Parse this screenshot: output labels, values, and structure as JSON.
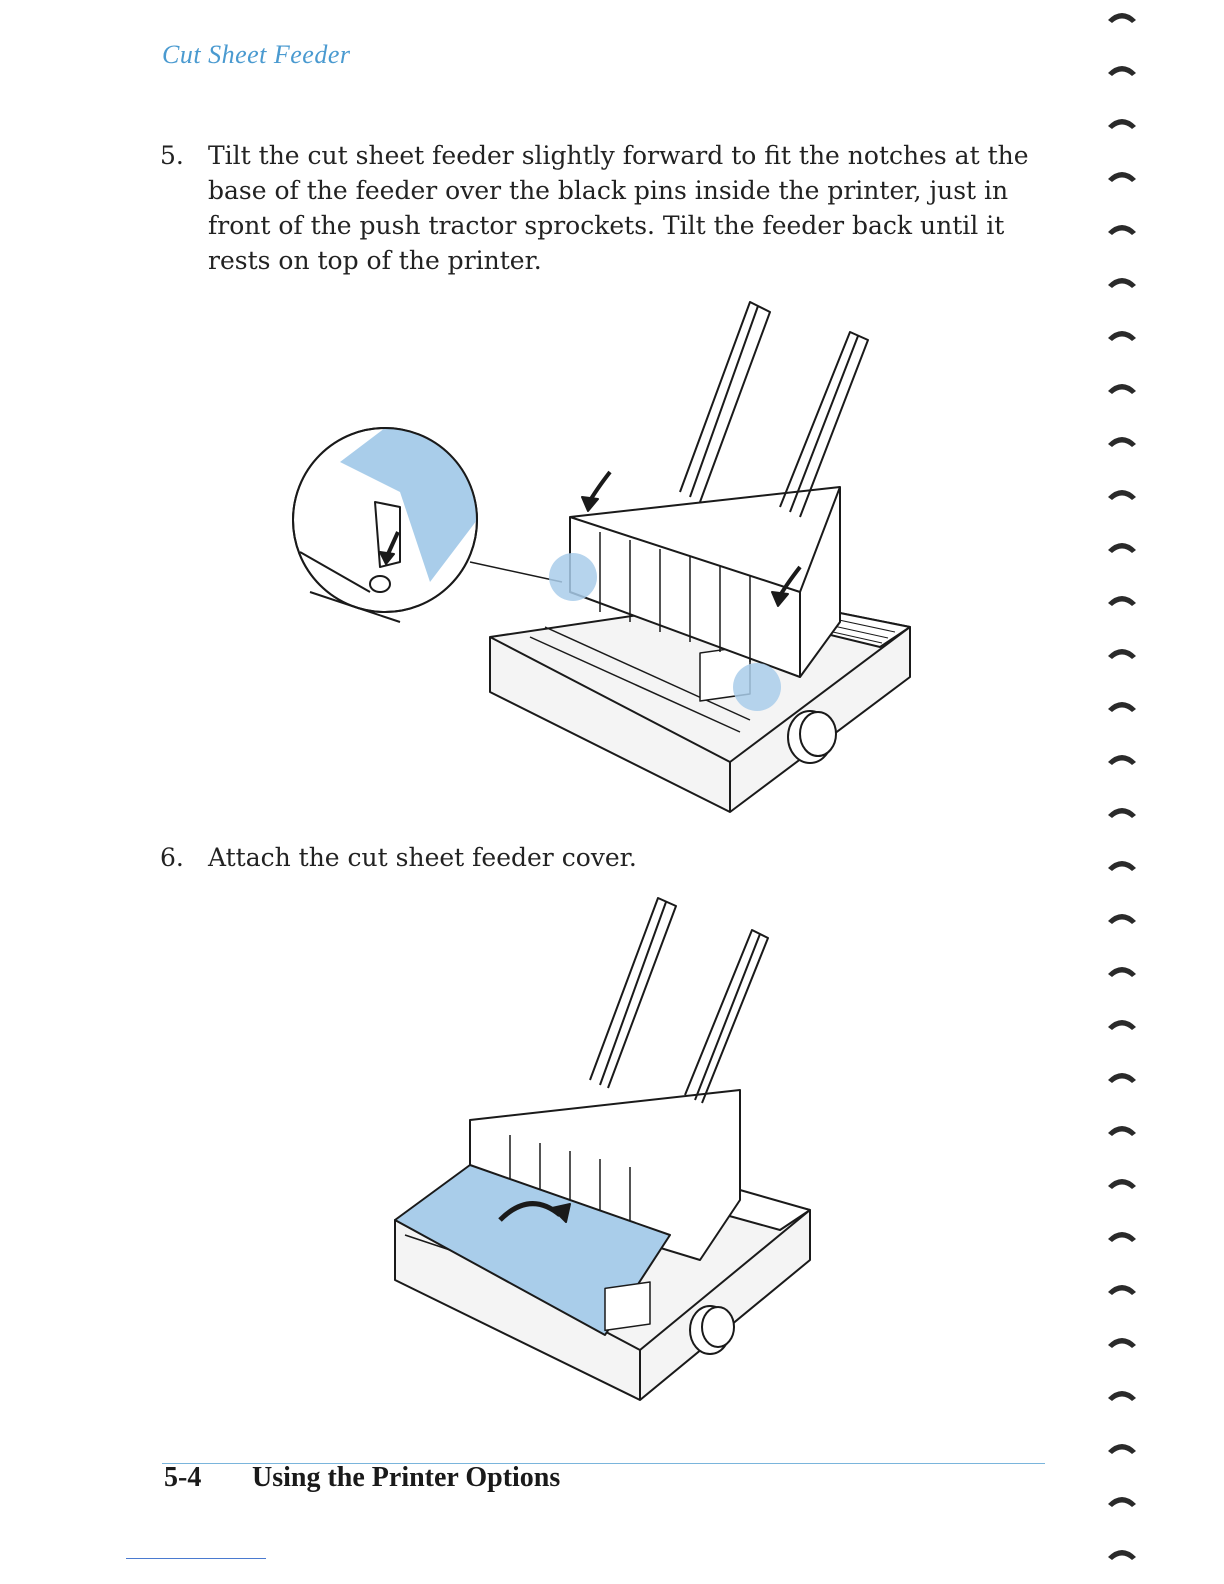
{
  "header": {
    "running_head": "Cut Sheet Feeder"
  },
  "steps": [
    {
      "number": "5.",
      "text": "Tilt the cut sheet feeder slightly forward to fit the notches at the base of the feeder over the black pins inside the printer, just in front of the push tractor sprockets. Tilt the feeder back until it rests on top of the printer."
    },
    {
      "number": "6.",
      "text": "Attach the cut sheet feeder cover."
    }
  ],
  "footer": {
    "page_number": "5-4",
    "title": "Using the Printer Options"
  },
  "colors": {
    "accent": "#4a9ad0",
    "highlight": "#a9cdea",
    "ink": "#1a1a1a"
  },
  "icons": {
    "arrow": "curved-arrow-icon",
    "binding": "spiral-binding-icon"
  }
}
